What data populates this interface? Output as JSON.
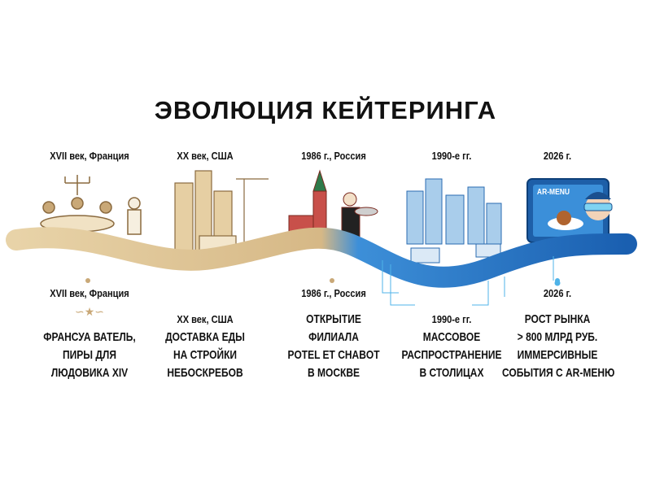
{
  "title": "ЭВОЛЮЦИЯ КЕЙТЕРИНГА",
  "colors": {
    "sepia": "#c9a877",
    "sepia_dark": "#8a6a3f",
    "blue": "#1a73c8",
    "cyan": "#4fb3e8"
  },
  "milestones": [
    {
      "top_label": "XVII век, Франция",
      "bottom_label": "XVII век, Франция",
      "description": [
        "ФРАНСУА ВАТЕЛЬ,",
        "ПИРЫ ДЛЯ",
        "ЛЮДОВИКА XIV"
      ]
    },
    {
      "top_label": "XX век, США",
      "bottom_label": "XX век, США",
      "description": [
        "ДОСТАВКА ЕДЫ",
        "НА СТРОЙКИ",
        "НЕБОСКРЕБОВ"
      ]
    },
    {
      "top_label": "1986 г., Россия",
      "bottom_label": "1986 г., Россия",
      "description": [
        "ОТКРЫТИЕ",
        "ФИЛИАЛА",
        "POTEL ET CHABOT",
        "В МОСКВЕ"
      ]
    },
    {
      "top_label": "1990-е гг.",
      "bottom_label": "1990-е гг.",
      "description": [
        "МАССОВОЕ",
        "РАСПРОСТРАНЕНИЕ",
        "В СТОЛИЦАХ"
      ]
    },
    {
      "top_label": "2026 г.",
      "bottom_label": "2026 г.",
      "description": [
        "РОСТ РЫНКА",
        "> 800 МЛРД РУБ.",
        "ИММЕРСИВНЫЕ",
        "СОБЫТИЯ С AR-МЕНЮ"
      ]
    }
  ],
  "ar_screen_label": "AR-MENU"
}
